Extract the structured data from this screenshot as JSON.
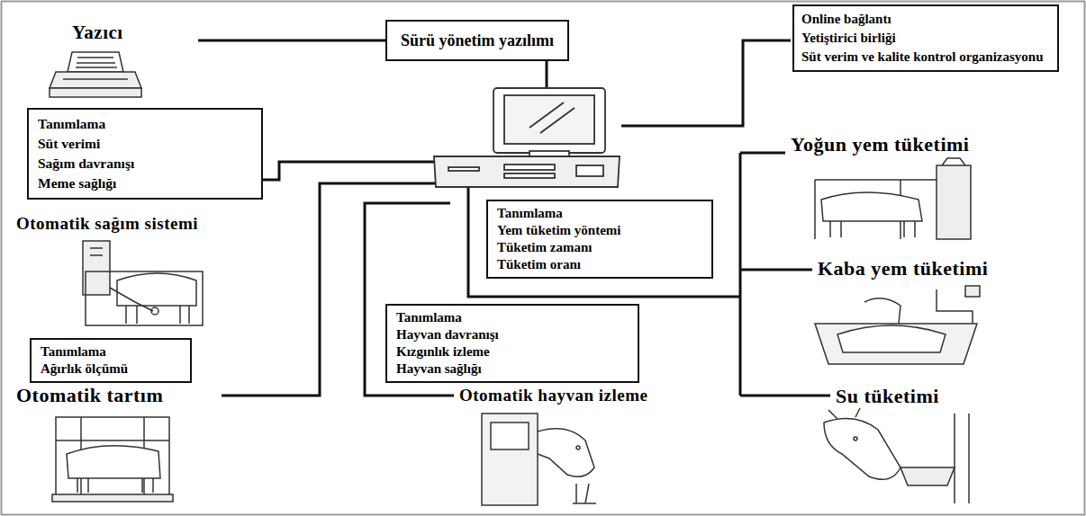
{
  "diagram": {
    "nodes": [
      {
        "text": [
          "Sürü yönetim yazılımı"
        ]
      },
      {
        "text": [
          "Online bağlantı",
          "Yetiştirici birliği",
          "Süt verim ve kalite kontrol organizasyonu"
        ]
      },
      {
        "text": [
          "Tanımlama",
          "Süt verimi",
          "Sağım davranışı",
          "Meme sağlığı"
        ]
      },
      {
        "text": [
          "Tanımlama",
          "Yem tüketim yöntemi",
          "Tüketim zamanı",
          "Tüketim oranı"
        ]
      },
      {
        "text": [
          "Tanımlama",
          "Hayvan davranışı",
          "Kızgınlık izleme",
          "Hayvan sağlığı"
        ]
      },
      {
        "text": [
          "Tanımlama",
          "Ağırlık ölçümü"
        ]
      }
    ],
    "labels": [
      "Yazıcı",
      "Yoğun yem tüketimi",
      "Otomatik sağım sistemi",
      "Kaba yem tüketimi",
      "Otomatik tartım",
      "Otomatik hayvan izleme",
      "Su tüketimi"
    ]
  }
}
